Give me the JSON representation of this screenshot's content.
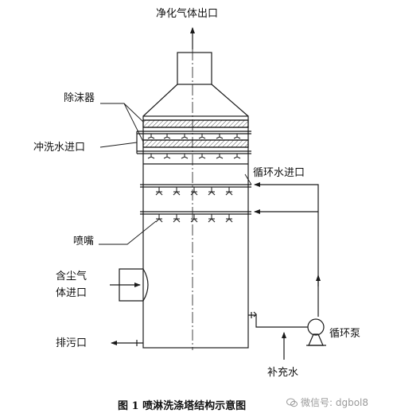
{
  "labels": {
    "outlet": "净化气体出口",
    "demister": "除沫器",
    "wash_inlet": "冲洗水进口",
    "circ_inlet": "循环水进口",
    "nozzle": "喷嘴",
    "gas_inlet_line1": "含尘气",
    "gas_inlet_line2": "体进口",
    "drain": "排污口",
    "pump": "循环泵",
    "makeup": "补充水"
  },
  "caption": "图 1  喷淋洗涤塔结构示意图",
  "watermark": "微信号: dgbol8",
  "colors": {
    "line": "#1a1a1a",
    "hatch": "#444444"
  }
}
